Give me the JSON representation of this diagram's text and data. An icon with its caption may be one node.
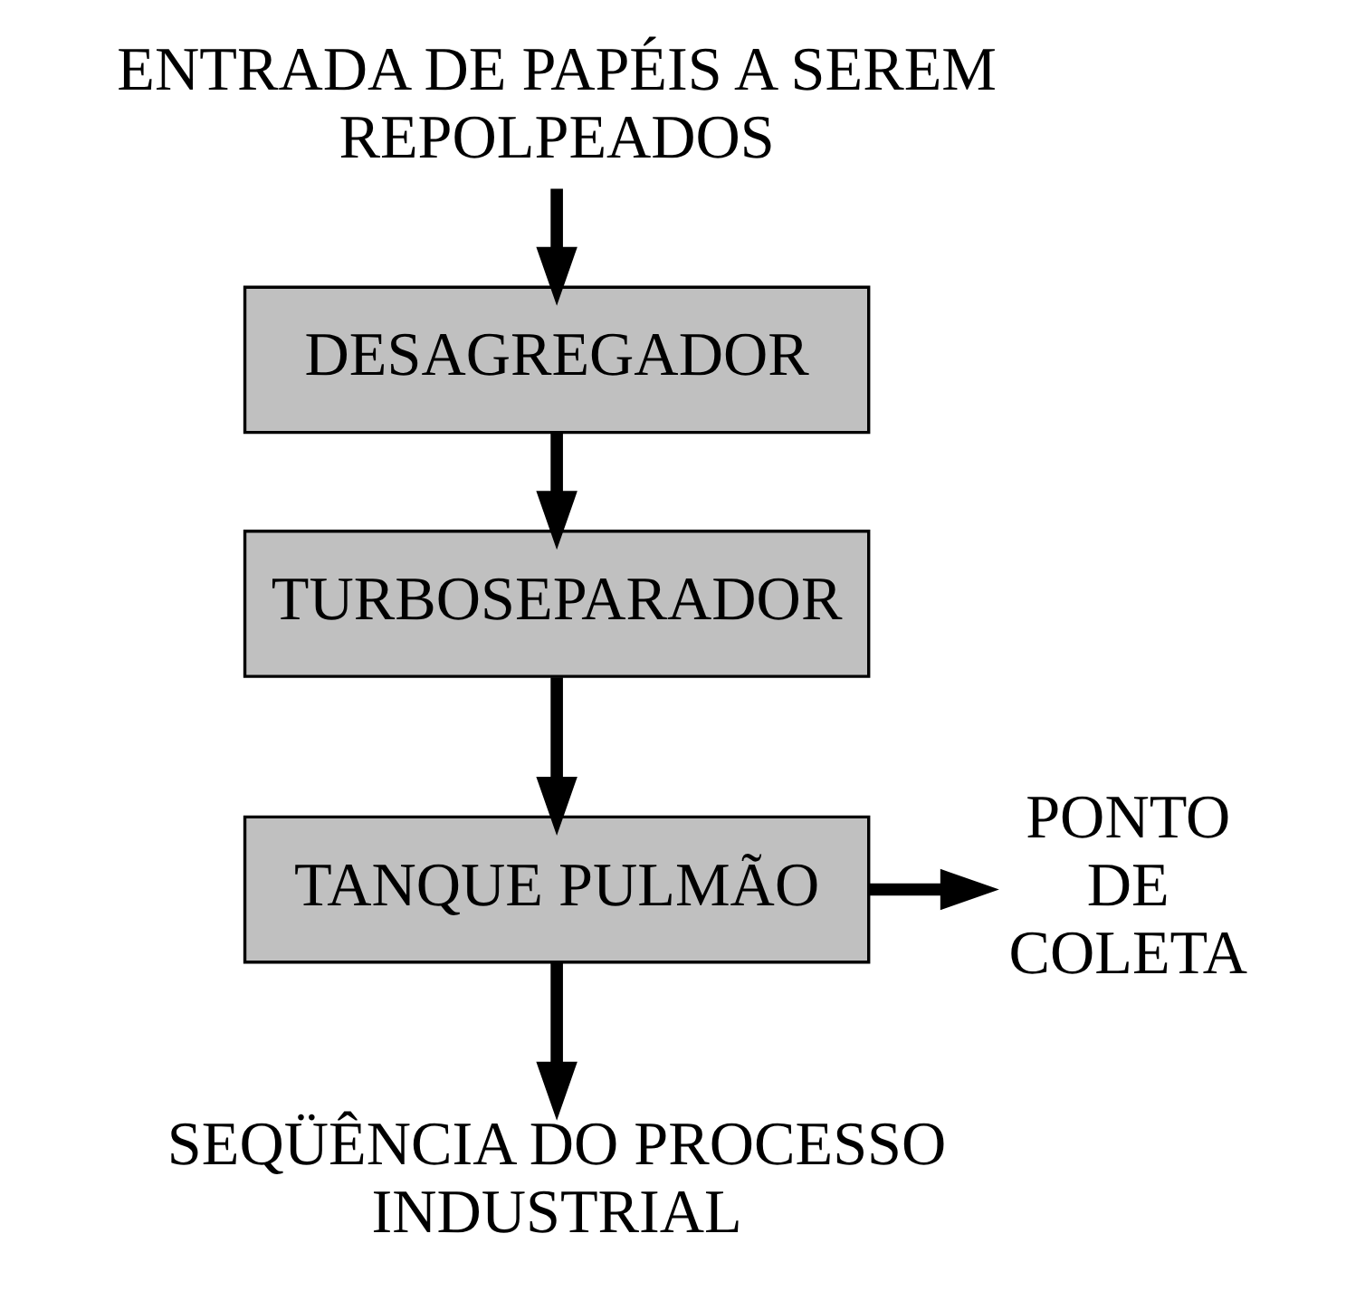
{
  "diagram": {
    "nodes": [
      {
        "text": [
          "ENTRADA DE PAPÉIS A SEREM REPOLPEADOS"
        ]
      },
      {
        "text": [
          "DESAGREGADOR"
        ]
      },
      {
        "text": [
          "TURBOSEPARADOR"
        ]
      },
      {
        "text": [
          "TANQUE PULMÃO"
        ]
      },
      {
        "text": [
          "PONTO DE COLETA"
        ]
      },
      {
        "text": [
          "SEQÜÊNCIA DO PROCESSO INDUSTRIAL"
        ]
      }
    ],
    "edges": [
      {
        "from": 0,
        "to": 1,
        "arrow": "to"
      },
      {
        "from": 1,
        "to": 2,
        "arrow": "to"
      },
      {
        "from": 2,
        "to": 3,
        "arrow": "to"
      },
      {
        "from": 3,
        "to": 4,
        "arrow": "to"
      },
      {
        "from": 3,
        "to": 5,
        "arrow": "to"
      }
    ]
  }
}
